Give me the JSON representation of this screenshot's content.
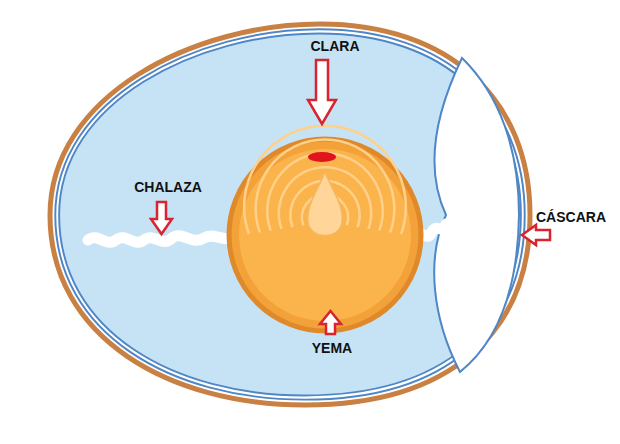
{
  "diagram": {
    "labels": [
      "CLARA",
      "CHALAZA",
      "CÁSCARA",
      "YEMA"
    ]
  }
}
